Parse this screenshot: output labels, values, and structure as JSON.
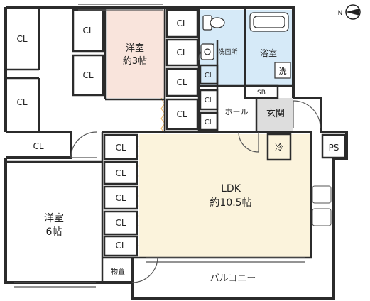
{
  "compass_label": "N",
  "rooms": {
    "western_room_small": {
      "name": "洋室",
      "size": "約3帖"
    },
    "western_room_large": {
      "name": "洋室",
      "size": "6帖"
    },
    "ldk": {
      "name": "LDK",
      "size": "約10.5帖"
    },
    "washroom": "洗面所",
    "bathroom": "浴室",
    "hall": "ホール",
    "entrance": "玄関",
    "storage": "物置",
    "balcony": "バルコニー"
  },
  "closet_label": "CL",
  "shoe_box_label": "SB",
  "pipe_space_label": "PS",
  "washer_label": "洗",
  "fridge_label": "冷",
  "colors": {
    "wall": "#2b2b2b",
    "western_room_small": "#f9e4dc",
    "ldk": "#fbf3dc",
    "wet_area": "#d6eaf8",
    "entrance_tile": "#dddddd",
    "accent": "#efb35a",
    "door": "#555555"
  }
}
